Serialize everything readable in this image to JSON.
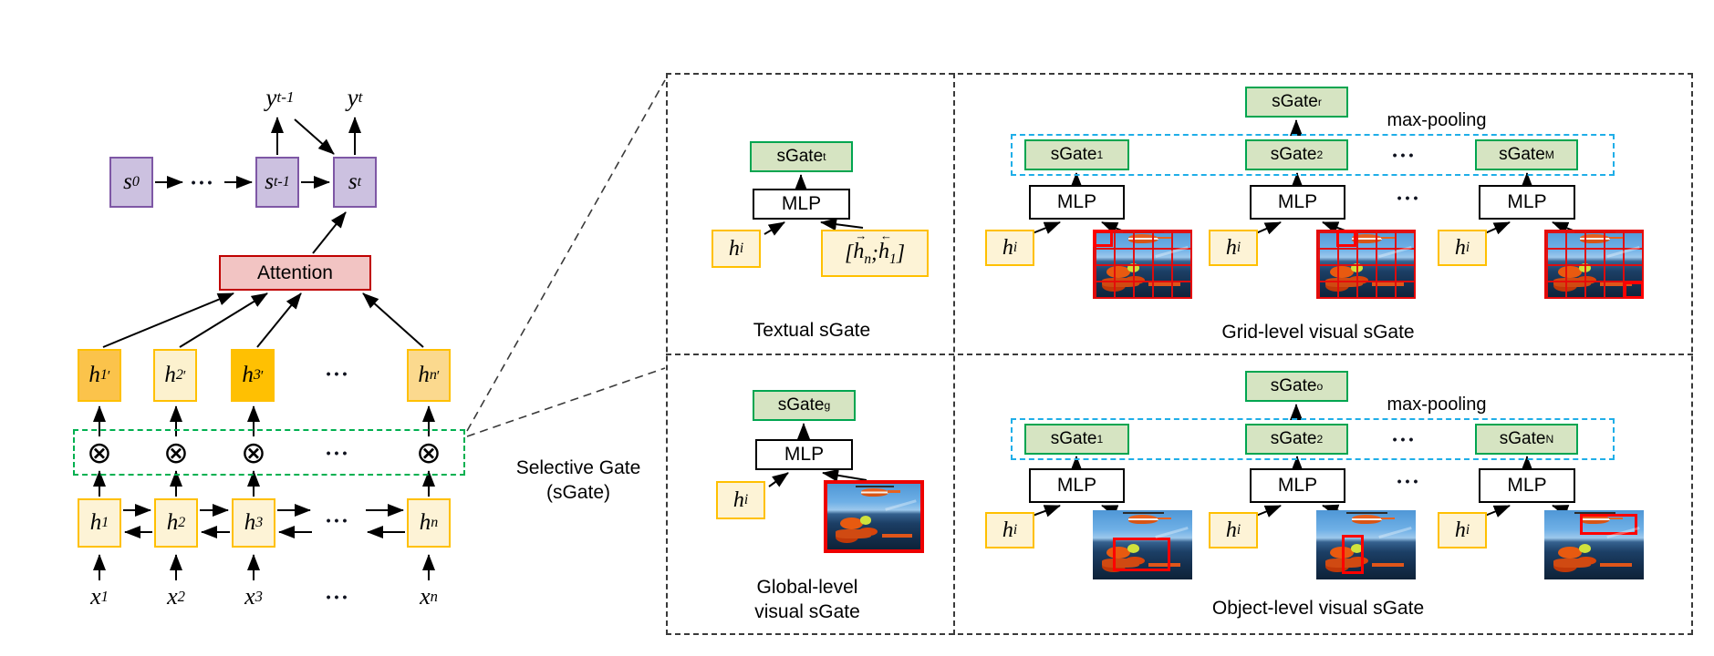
{
  "left_diagram": {
    "outputs": [
      {
        "base": "y",
        "sub": "t-1"
      },
      {
        "base": "y",
        "sub": "t"
      }
    ],
    "states": [
      {
        "base": "s",
        "sub": "0"
      },
      {
        "base": "s",
        "sub": "t-1"
      },
      {
        "base": "s",
        "sub": "t"
      }
    ],
    "attention_label": "Attention",
    "gated_hidden": [
      {
        "base": "h",
        "sub": "1",
        "prime": "′"
      },
      {
        "base": "h",
        "sub": "2",
        "prime": "′"
      },
      {
        "base": "h",
        "sub": "3",
        "prime": "′"
      },
      {
        "base": "h",
        "sub": "n",
        "prime": "′"
      }
    ],
    "hidden": [
      {
        "base": "h",
        "sub": "1"
      },
      {
        "base": "h",
        "sub": "2"
      },
      {
        "base": "h",
        "sub": "3"
      },
      {
        "base": "h",
        "sub": "n"
      }
    ],
    "inputs": [
      {
        "base": "x",
        "sub": "1"
      },
      {
        "base": "x",
        "sub": "2"
      },
      {
        "base": "x",
        "sub": "3"
      },
      {
        "base": "x",
        "sub": "n"
      }
    ],
    "gate_symbol": "⊗",
    "ellipsis": "•••",
    "selective_gate": {
      "line1": "Selective Gate",
      "line2": "(sGate)"
    }
  },
  "panels": {
    "textual": {
      "gate": {
        "text": "sGate",
        "sup": "t"
      },
      "mlp": "MLP",
      "h": {
        "base": "h",
        "sub": "i"
      },
      "concat": {
        "open": "[",
        "vec1": "→",
        "h1": "h",
        "h1sub": "n",
        "semi": ";",
        "vec2": "←",
        "h2": "h",
        "h2sub": "1",
        "close": "]"
      },
      "caption": "Textual sGate"
    },
    "grid": {
      "gate": {
        "text": "sGate",
        "sup": "r"
      },
      "maxpool": "max-pooling",
      "gates": [
        {
          "text": "sGate",
          "sub": "1"
        },
        {
          "text": "sGate",
          "sub": "2"
        },
        {
          "text": "sGate",
          "sub": "M"
        }
      ],
      "mlp": "MLP",
      "h": {
        "base": "h",
        "sub": "i"
      },
      "ellipsis": "•••",
      "caption": "Grid-level visual sGate"
    },
    "global": {
      "gate": {
        "text": "sGate",
        "sup": "g"
      },
      "mlp": "MLP",
      "h": {
        "base": "h",
        "sub": "i"
      },
      "caption_line1": "Global-level",
      "caption_line2": "visual sGate"
    },
    "object": {
      "gate": {
        "text": "sGate",
        "sup": "o"
      },
      "maxpool": "max-pooling",
      "gates": [
        {
          "text": "sGate",
          "sub": "1"
        },
        {
          "text": "sGate",
          "sub": "2"
        },
        {
          "text": "sGate",
          "sub": "N"
        }
      ],
      "mlp": "MLP",
      "h": {
        "base": "h",
        "sub": "i"
      },
      "ellipsis": "•••",
      "caption": "Object-level visual sGate"
    }
  },
  "colors": {
    "gate_green_fill": "#D6E4C2",
    "gate_green_border": "#00A550",
    "node_yellow_fill": "#FDF3D6",
    "node_yellow_border": "#FFC000",
    "gated_h1_fill": "#FBC34B",
    "gated_h2_fill": "#FCF1CE",
    "gated_h3_fill": "#FFC002",
    "gated_hn_fill": "#FBD98E",
    "state_purple_fill": "#CCC1E0",
    "state_purple_border": "#7E57A5",
    "attention_fill": "#F2C4C3",
    "attention_border": "#C00000",
    "selector_green_dash": "#00B050",
    "pool_blue_dash": "#1FAEE8",
    "image_red": "#EE0000"
  }
}
